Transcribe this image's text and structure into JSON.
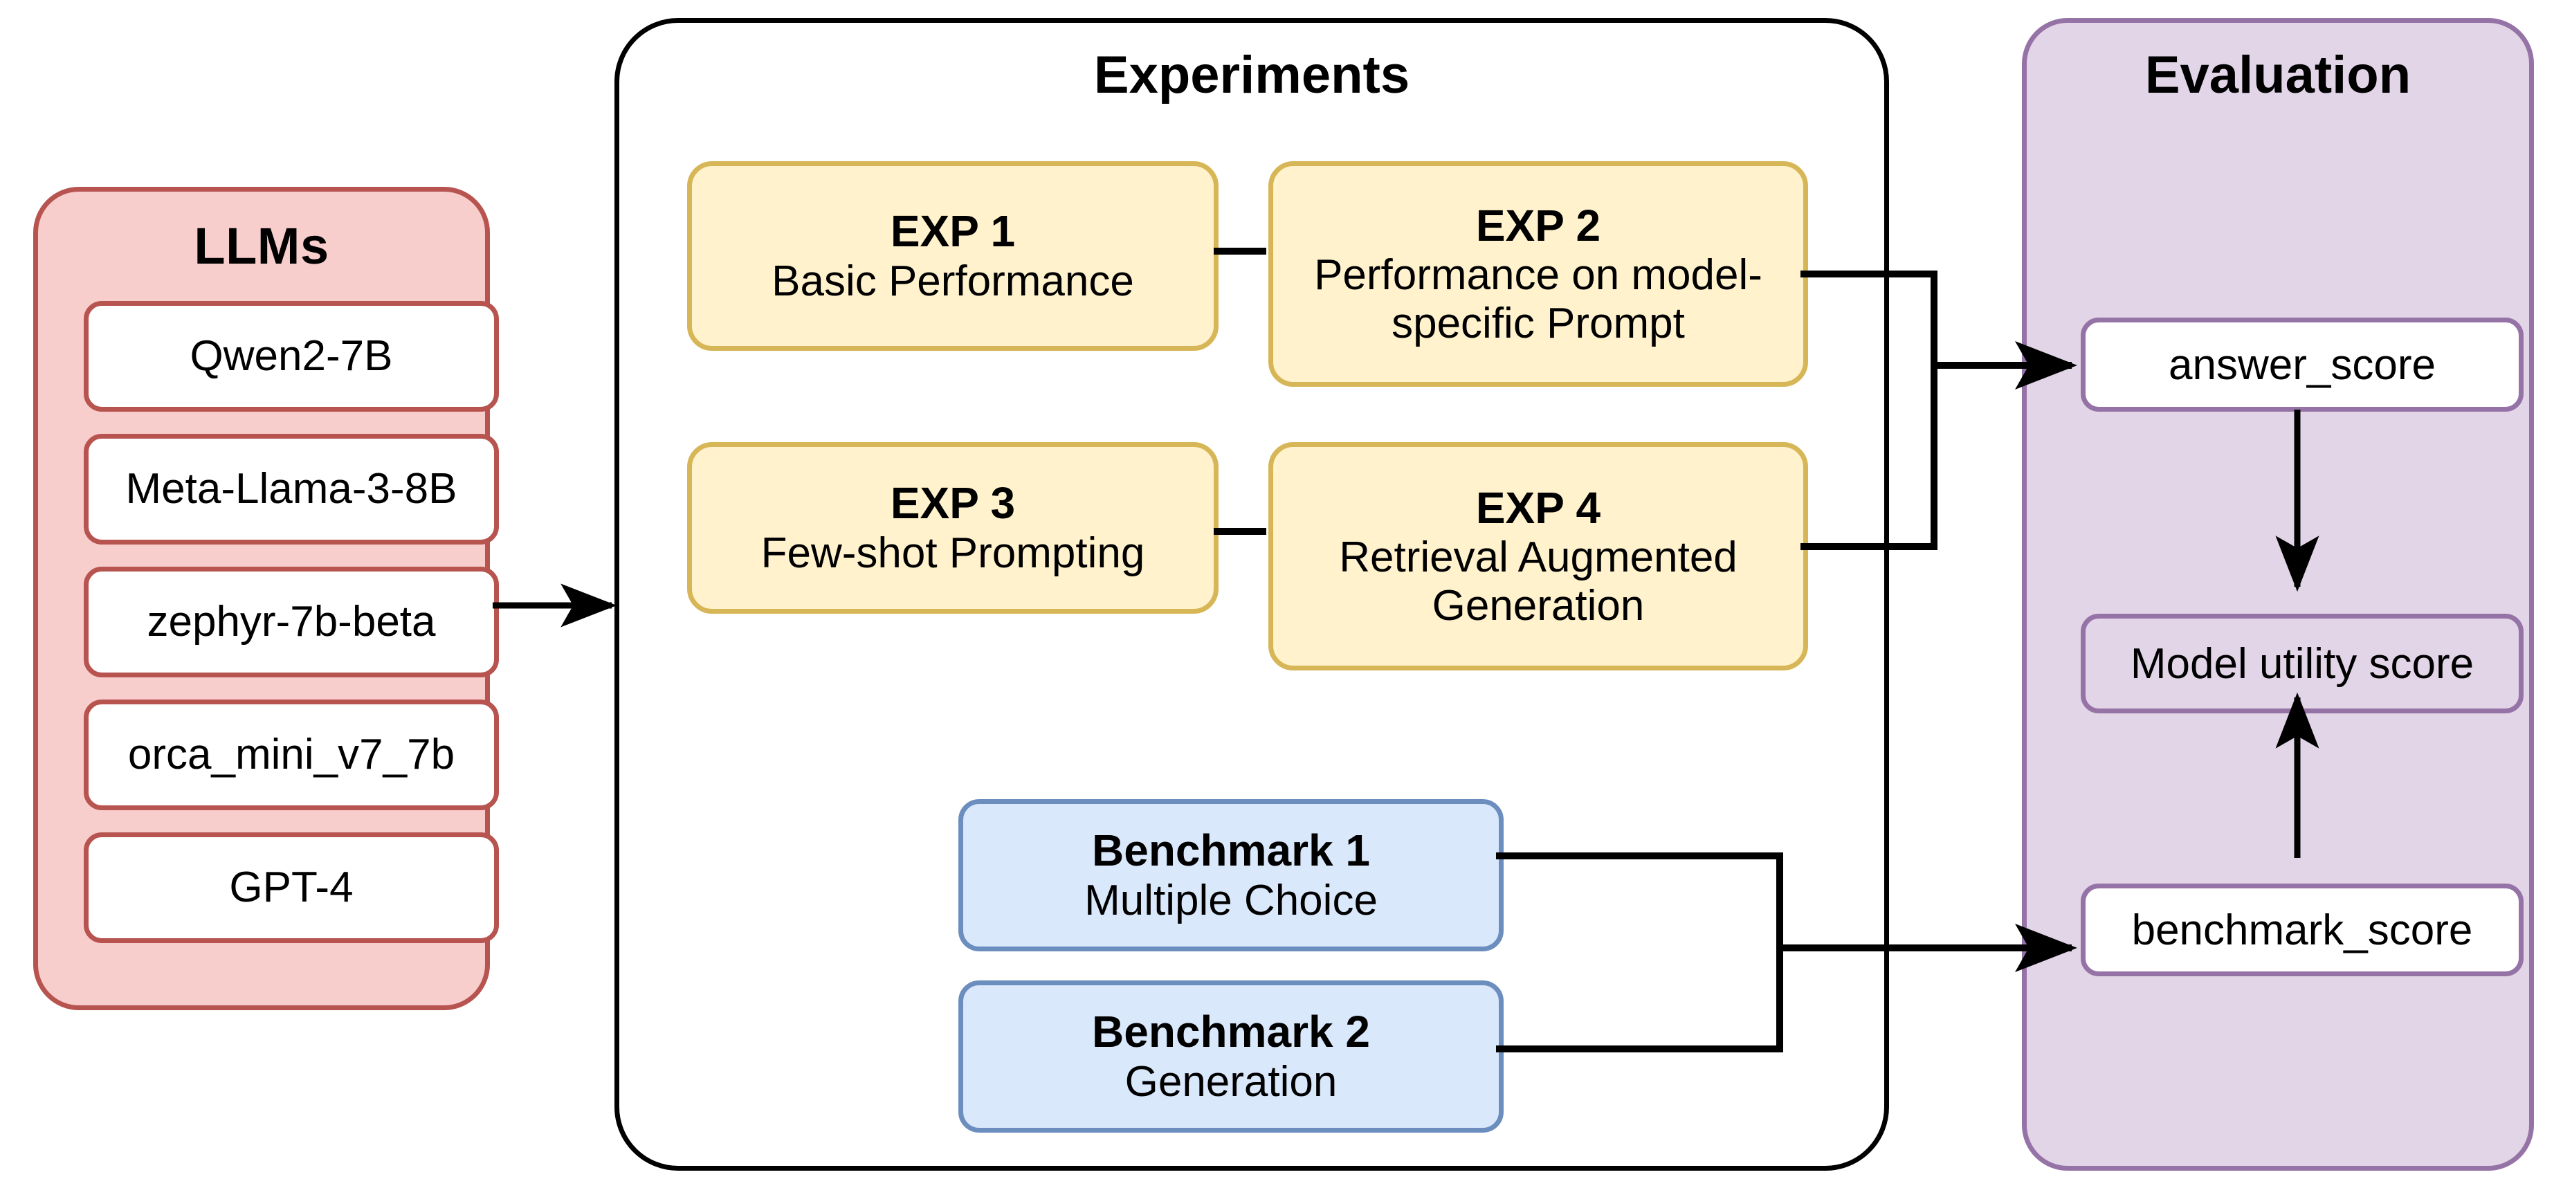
{
  "diagram": {
    "title_llms": "LLMs",
    "title_experiments": "Experiments",
    "title_evaluation": "Evaluation"
  },
  "llms": {
    "heading": "LLMs",
    "items": [
      {
        "label": "Qwen2-7B"
      },
      {
        "label": "Meta-Llama-3-8B"
      },
      {
        "label": "zephyr-7b-beta"
      },
      {
        "label": "orca_mini_v7_7b"
      },
      {
        "label": "GPT-4"
      }
    ]
  },
  "experiments": {
    "heading": "Experiments",
    "boxes": [
      {
        "head": "EXP 1",
        "sub": "Basic Performance"
      },
      {
        "head": "EXP 2",
        "sub": "Performance on model-specific Prompt"
      },
      {
        "head": "EXP 3",
        "sub": "Few-shot Prompting"
      },
      {
        "head": "EXP 4",
        "sub": "Retrieval Augmented Generation"
      }
    ],
    "benchmarks": [
      {
        "head": "Benchmark 1",
        "sub": "Multiple Choice"
      },
      {
        "head": "Benchmark 2",
        "sub": "Generation"
      }
    ]
  },
  "evaluation": {
    "heading": "Evaluation",
    "nodes": [
      {
        "label": "answer_score"
      },
      {
        "label": "Model utility score"
      },
      {
        "label": "benchmark_score"
      }
    ]
  },
  "colors": {
    "llm_fill": "#F8CECC",
    "llm_stroke": "#B85450",
    "exp_fill": "#FFF2CC",
    "exp_stroke": "#D6B656",
    "benchmark_fill": "#DAE8FC",
    "benchmark_stroke": "#6C8EBF",
    "eval_fill": "#E1D5E7",
    "eval_stroke": "#9673A6",
    "panel_stroke": "#000000",
    "connector": "#000000"
  }
}
